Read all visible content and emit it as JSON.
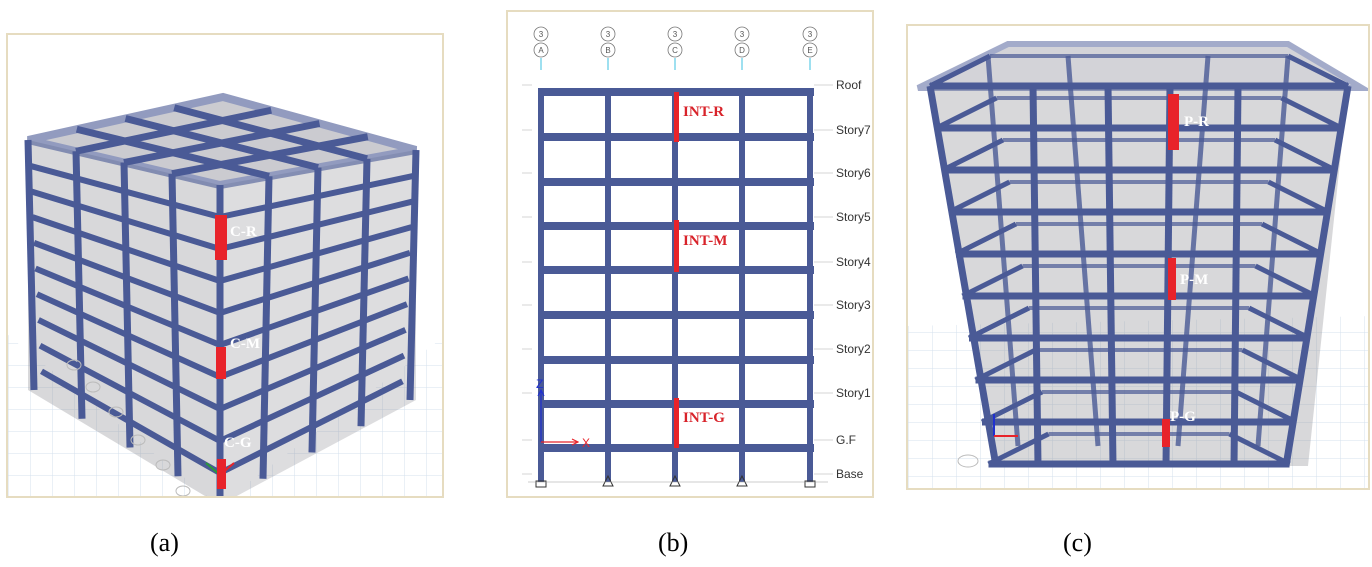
{
  "panels": {
    "a": {
      "caption": "(a)",
      "markers": [
        "C-R",
        "C-M",
        "C-G"
      ]
    },
    "b": {
      "caption": "(b)",
      "markers": [
        "INT-R",
        "INT-M",
        "INT-G"
      ],
      "grid_bubbles": [
        {
          "top": "3",
          "bottom": "A"
        },
        {
          "top": "3",
          "bottom": "B"
        },
        {
          "top": "3",
          "bottom": "C"
        },
        {
          "top": "3",
          "bottom": "D"
        },
        {
          "top": "3",
          "bottom": "E"
        }
      ],
      "levels": [
        "Roof",
        "Story7",
        "Story6",
        "Story5",
        "Story4",
        "Story3",
        "Story2",
        "Story1",
        "G.F",
        "Base"
      ],
      "axes": {
        "z": "Z",
        "x": "X"
      }
    },
    "c": {
      "caption": "(c)",
      "markers": [
        "P-R",
        "P-M",
        "P-G"
      ]
    }
  },
  "colors": {
    "frame": "#4a5a96",
    "frame_dark": "#2a3470",
    "marker": "#e8232a",
    "border": "#e6dcc0",
    "slab": "#8e8e96"
  }
}
